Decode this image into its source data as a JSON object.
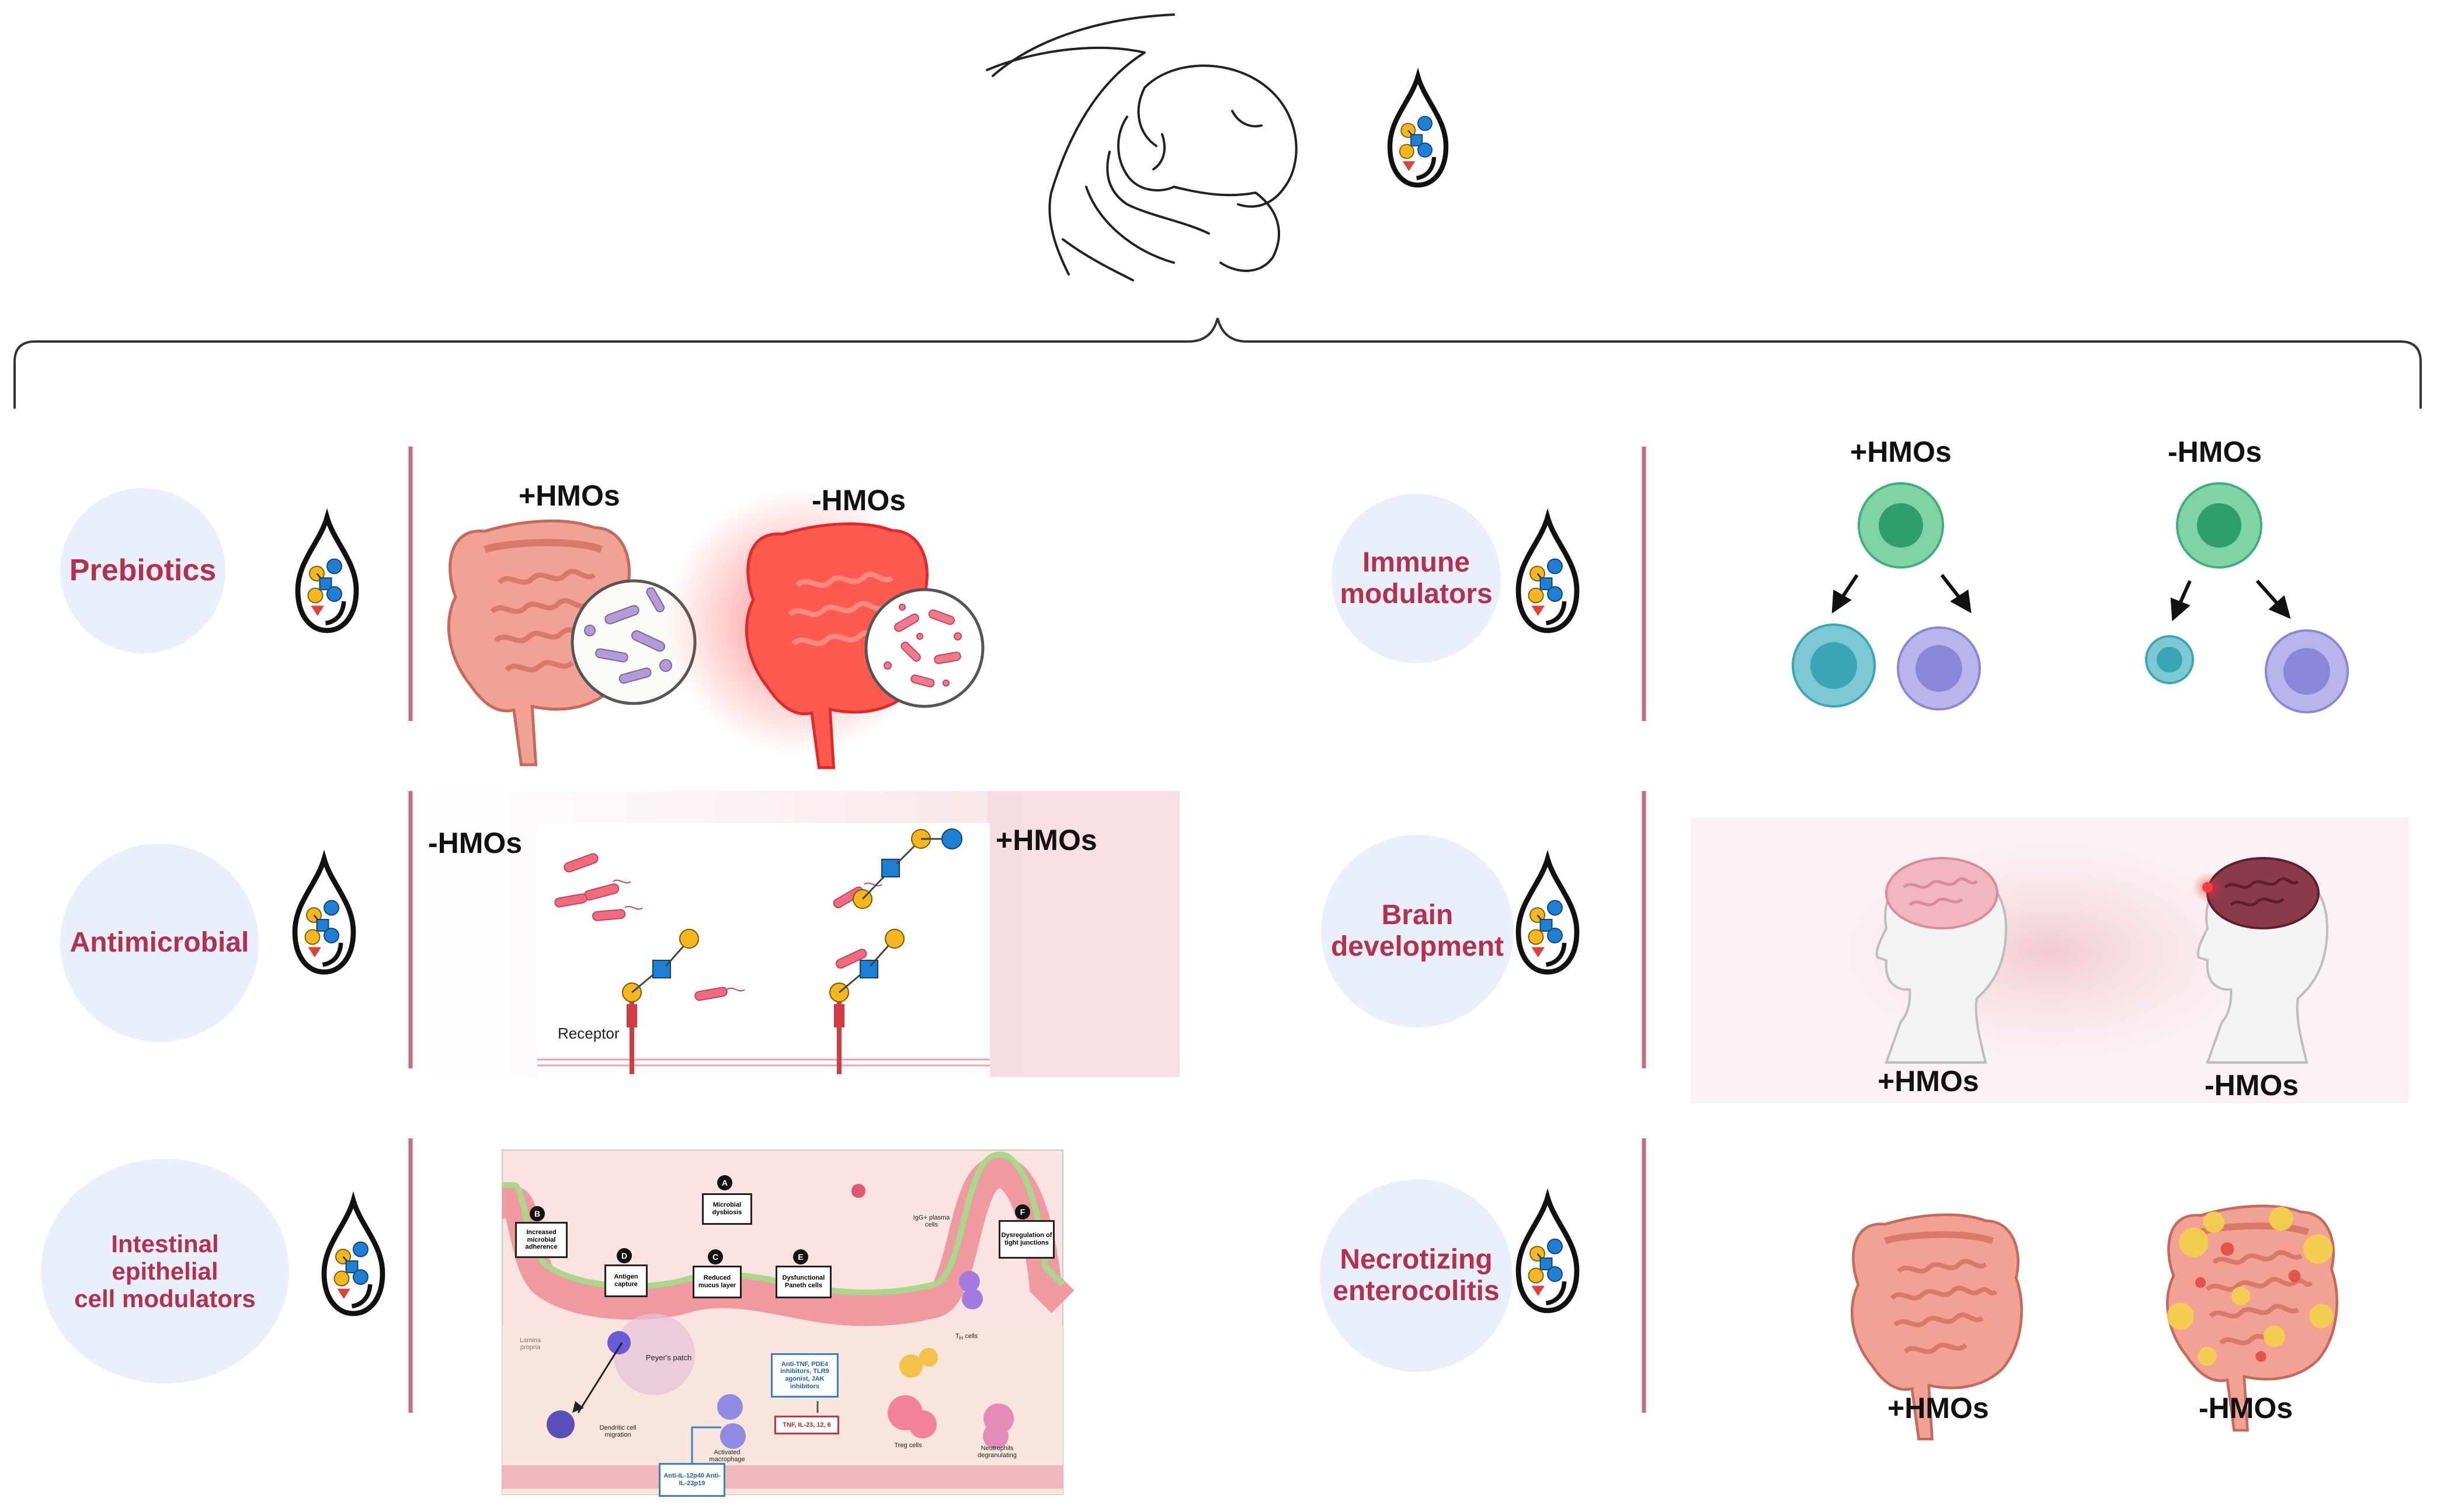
{
  "labels": {
    "prebiotics": "Prebiotics",
    "immune": [
      "Immune",
      "modulators"
    ],
    "antimicrobial": "Antimicrobial",
    "brain": [
      "Brain",
      "development"
    ],
    "intestinal": [
      "Intestinal",
      "epithelial",
      "cell modulators"
    ],
    "nec": [
      "Necrotizing",
      "enterocolitis"
    ]
  },
  "hmo": {
    "plus": "+HMOs",
    "minus": "-HMOs"
  },
  "antimicrobial_panel": {
    "receptor": "Receptor"
  },
  "intestine_panel": {
    "badges": [
      "A",
      "B",
      "C",
      "D",
      "E",
      "F"
    ],
    "boxes": {
      "a": "Microbial dysbiosis",
      "b": "Increased microbial adherence",
      "c": "Reduced mucus layer",
      "d": "Antigen capture",
      "e": "Dysfunctional Paneth cells",
      "f": "Dysregulation of tight junctions"
    },
    "texts": {
      "lamina": "Lamina propria",
      "peyer": "Peyer's patch",
      "dendritic": "Dendritic cell migration",
      "macrophage": "Activated macrophage",
      "treg": "Treg cells",
      "neutrophils": "Neutrophils degranulating",
      "iga": "IgG+ plasma cells",
      "th": "T<sub>H</sub> cells"
    },
    "blue_box_1": "Anti-TNF, PDE4 inhibitors, TLR9 agonist, JAK inhibitors",
    "blue_box_2": "Anti-IL-12p40 Anti-IL-23p19",
    "red_box": "TNF, IL-23, 12, 6"
  },
  "colors": {
    "label_red": "#b5304a",
    "circle_bg": "#eaf0fb",
    "divider": "#c96b7a",
    "glycan_yellow": "#f4b71f",
    "glycan_blue": "#1f7fd4",
    "glycan_red": "#e0403a",
    "intestine": "#f0a090",
    "inflamed": "#ff4040",
    "cell_green": "#3db07a",
    "cell_teal": "#3aa6b5",
    "cell_purple": "#8a86d8"
  }
}
